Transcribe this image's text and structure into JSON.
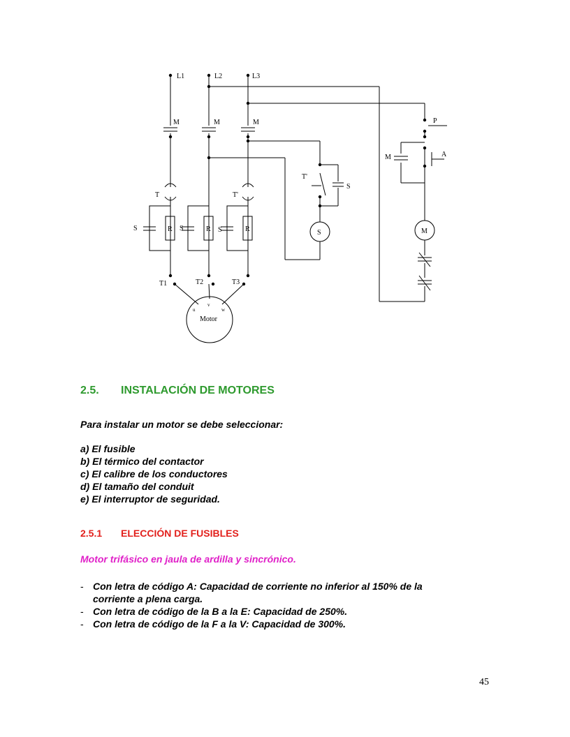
{
  "diagram": {
    "lines": [
      "L1",
      "L2",
      "L3"
    ],
    "contactor_label": "M",
    "thermal_label": "T",
    "thermal_label_prime": "T'",
    "capacitor_label": "S",
    "resistor_label": "R",
    "terminals": [
      "T1",
      "T2",
      "T3"
    ],
    "motor_label": "Motor",
    "motor_terminals": [
      "u",
      "v",
      "w"
    ],
    "solenoid_label": "S",
    "coil_label": "M",
    "stop_label": "P",
    "start_label": "A"
  },
  "section": {
    "number": "2.5.",
    "title": "INSTALACIÓN DE MOTORES",
    "intro": "Para instalar un motor se debe seleccionar:",
    "items": [
      "a) El fusible",
      "b) El térmico del contactor",
      "c) El calibre de los conductores",
      "d) El tamaño del conduit",
      "e) El interruptor de seguridad."
    ]
  },
  "subsection": {
    "number": "2.5.1",
    "title": "ELECCIÓN DE FUSIBLES",
    "motor_type": "Motor trifásico en jaula de ardilla y sincrónico.",
    "bullets": [
      {
        "dash": "-",
        "lines": [
          "Con letra de código A: Capacidad de corriente no inferior al 150% de la",
          "corriente a plena carga."
        ]
      },
      {
        "dash": "-",
        "lines": [
          " Con letra de código de la B a la E: Capacidad de 250%."
        ]
      },
      {
        "dash": "-",
        "lines": [
          " Con letra de código de la F a la V: Capacidad de 300%."
        ]
      }
    ]
  },
  "page_number": "45",
  "colors": {
    "section_title": "#2e9a2e",
    "subsection_title": "#e2201c",
    "motor_type": "#e020c8"
  }
}
